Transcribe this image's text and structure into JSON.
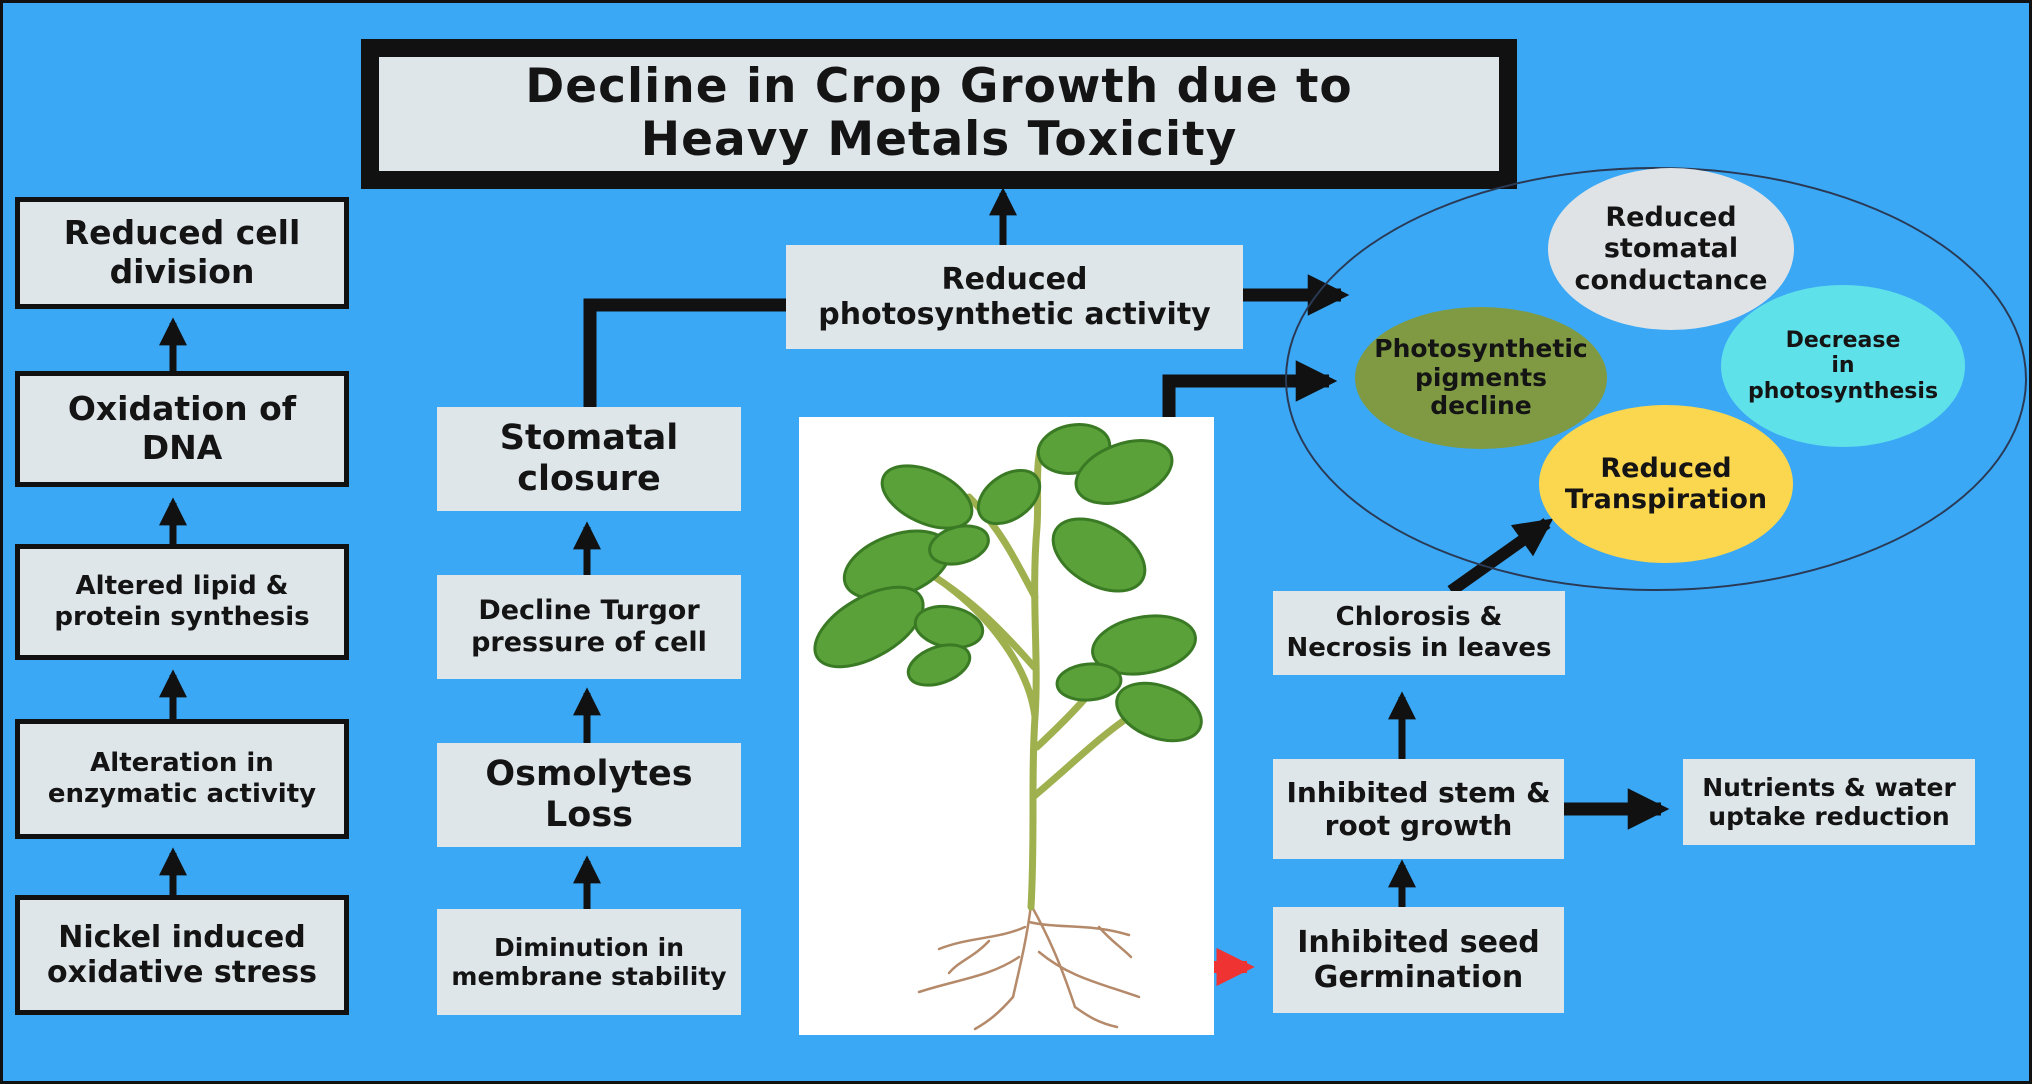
{
  "title": "Decline in Crop Growth due to\nHeavy Metals Toxicity",
  "left_column": {
    "reduced_cell_division": "Reduced cell\ndivision",
    "oxidation_dna": "Oxidation of\nDNA",
    "altered_lipid": "Altered lipid &\nprotein synthesis",
    "alteration_enzymatic": "Alteration in\nenzymatic activity",
    "nickel_stress": "Nickel induced\noxidative stress"
  },
  "middle_column": {
    "stomatal_closure": "Stomatal\nclosure",
    "turgor": "Decline Turgor\npressure of cell",
    "osmolytes": "Osmolytes\nLoss",
    "membrane": "Diminution in\nmembrane stability"
  },
  "reduced_photosynthetic": "Reduced\nphotosynthetic activity",
  "ellipse_cluster": {
    "stomatal_conductance": "Reduced\nstomatal\nconductance",
    "pigments": "Photosynthetic\npigments\ndecline",
    "decrease_photosynthesis": "Decrease\nin\nphotosynthesis",
    "transpiration": "Reduced\nTranspiration"
  },
  "right_column": {
    "chlorosis": "Chlorosis &\nNecrosis in leaves",
    "stem_root": "Inhibited stem &\nroot growth",
    "nutrients": "Nutrients & water\nuptake reduction",
    "seed": "Inhibited seed\nGermination"
  },
  "colors": {
    "background": "#3aa8f5",
    "box_fill": "#dfe6ea",
    "border": "#111111",
    "conductance": "#dfe3e6",
    "pigments": "#7f9a43",
    "decrease": "#5fe1ea",
    "transpiration": "#fbd64f",
    "red_arrow": "#ef3333"
  }
}
